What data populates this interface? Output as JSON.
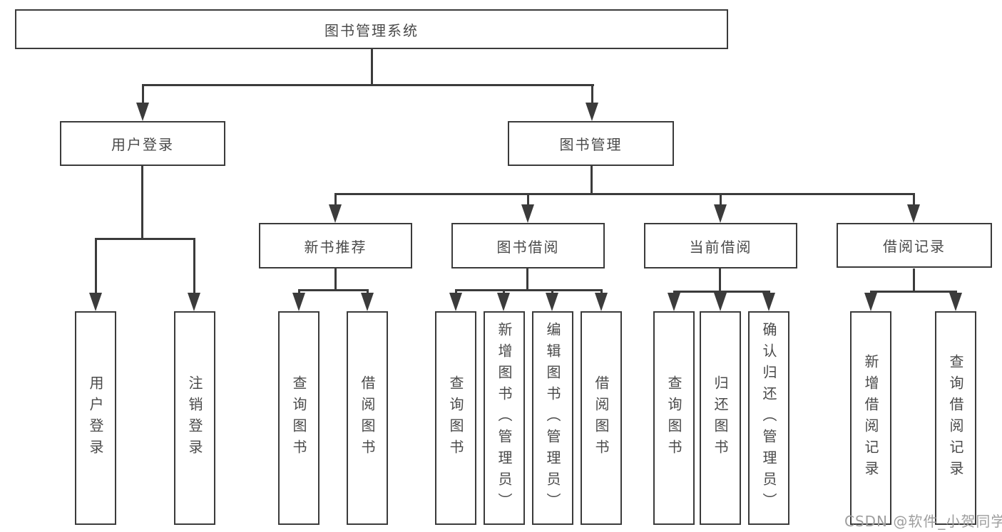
{
  "diagram": {
    "type": "hierarchy-tree",
    "root": {
      "label": "图书管理系统"
    },
    "level2": [
      {
        "id": "user-login",
        "label": "用户登录"
      },
      {
        "id": "book-management",
        "label": "图书管理"
      }
    ],
    "level3": [
      {
        "id": "new-book-recommend",
        "label": "新书推荐",
        "parent": "图书管理"
      },
      {
        "id": "book-borrow",
        "label": "图书借阅",
        "parent": "图书管理"
      },
      {
        "id": "current-borrow",
        "label": "当前借阅",
        "parent": "图书管理"
      },
      {
        "id": "borrow-records",
        "label": "借阅记录",
        "parent": "图书管理"
      }
    ],
    "leaves": [
      {
        "parent": "用户登录",
        "label": "用户登录"
      },
      {
        "parent": "用户登录",
        "label": "注销登录"
      },
      {
        "parent": "新书推荐",
        "label": "查询图书"
      },
      {
        "parent": "新书推荐",
        "label": "借阅图书"
      },
      {
        "parent": "图书借阅",
        "label": "查询图书"
      },
      {
        "parent": "图书借阅",
        "label": "新增图书（管理员）"
      },
      {
        "parent": "图书借阅",
        "label": "编辑图书（管理员）"
      },
      {
        "parent": "图书借阅",
        "label": "借阅图书"
      },
      {
        "parent": "当前借阅",
        "label": "查询图书"
      },
      {
        "parent": "当前借阅",
        "label": "归还图书"
      },
      {
        "parent": "当前借阅",
        "label": "确认归还（管理员）"
      },
      {
        "parent": "借阅记录",
        "label": "新增借阅记录"
      },
      {
        "parent": "借阅记录",
        "label": "查询借阅记录"
      }
    ],
    "watermark": "CSDN @软件_小贺同学",
    "colors": {
      "line": "#3b3b3b",
      "text": "#4a4a4a",
      "box_background": "#ffffff",
      "page_background": "#ffffff",
      "watermark": "#9e9e9e"
    }
  }
}
